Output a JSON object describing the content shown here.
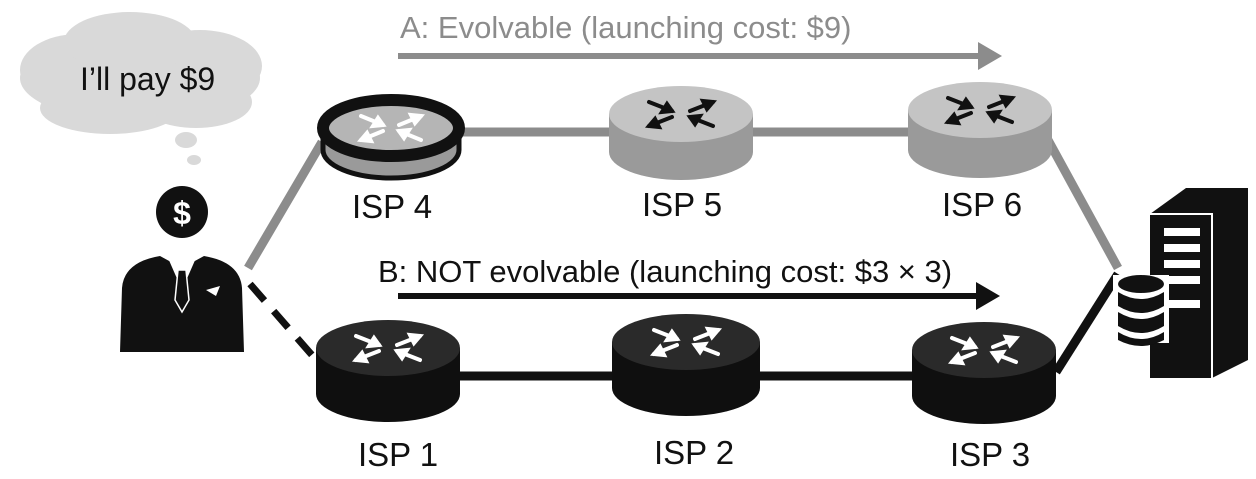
{
  "bubble": {
    "text": "I’ll pay $9"
  },
  "user": {
    "badge": "$"
  },
  "path_a": {
    "label": "A: Evolvable (launching cost: $9)",
    "color": "#8c8c8c"
  },
  "path_b": {
    "label": "B: NOT evolvable (launching cost: $3 × 3)",
    "color": "#111111"
  },
  "routers": {
    "isp1": "ISP 1",
    "isp2": "ISP 2",
    "isp3": "ISP 3",
    "isp4": "ISP 4",
    "isp5": "ISP 5",
    "isp6": "ISP 6"
  },
  "colors": {
    "router_dark": "#1c1c1c",
    "router_light": "#b5b5b5",
    "link_gray": "#8c8c8c",
    "link_black": "#111111",
    "cloud": "#d9d9d9"
  },
  "icons": {
    "user": "businessman-icon",
    "server": "server-icon",
    "database": "database-icon",
    "router": "router-icon"
  }
}
